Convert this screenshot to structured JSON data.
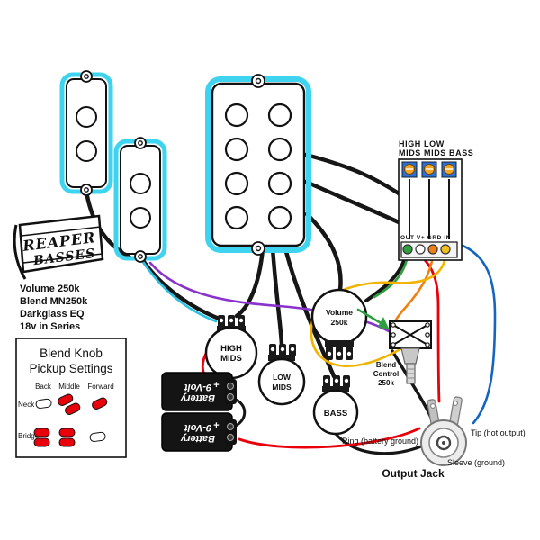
{
  "colors": {
    "pickup_glow": "#3ed3ee",
    "wire_black": "#161616",
    "wire_red": "#e8000b",
    "wire_purple": "#8833cc",
    "wire_cyan": "#2bc4e2",
    "wire_yellow": "#f0b400",
    "wire_green": "#2e9e3e",
    "wire_blue": "#1565c0",
    "wire_orange": "#f07f13",
    "battery_body": "#141414",
    "trimmer_body": "#2b6fd4",
    "trimmer_screw": "#f5a623",
    "terminal_green": "#2e9e3e",
    "terminal_white": "#ffffff",
    "terminal_orange": "#f07f13",
    "terminal_yellow": "#f0c020",
    "pill_on": "#e8000b",
    "pill_off": "#ffffff"
  },
  "logo": {
    "line1": "REAPER",
    "line2": "BASSES"
  },
  "specs": {
    "line1": "Volume 250k",
    "line2": "Blend MN250k",
    "line3": "Darkglass EQ",
    "line4": "18v in Series"
  },
  "eq_module": {
    "label_line1": "HIGH LOW",
    "label_line2": "MIDS MIDS BASS",
    "terminals_label": "OUT V+ GRD IN"
  },
  "blend_chart": {
    "title_line1": "Blend Knob",
    "title_line2": "Pickup Settings",
    "col_back": "Back",
    "col_middle": "Middle",
    "col_forward": "Forward",
    "row_neck": "Neck",
    "row_bridge": "Bridge"
  },
  "pots": {
    "high_mids": {
      "line1": "HIGH",
      "line2": "MIDS"
    },
    "low_mids": {
      "line1": "LOW",
      "line2": "MIDS"
    },
    "bass": {
      "label": "BASS"
    },
    "volume": {
      "line1": "Volume",
      "line2": "250k"
    },
    "blend": {
      "line1": "Blend",
      "line2": "Control",
      "line3": "250k"
    }
  },
  "batteries": {
    "battery1": {
      "line1": "9-Volt",
      "line2": "Battery",
      "polarity": "+"
    },
    "battery2": {
      "line1": "9-Volt",
      "line2": "Battery",
      "polarity": "+"
    }
  },
  "jack": {
    "ring_label": "Ring (battery ground)",
    "tip_label": "Tip (hot output)",
    "sleeve_label": "Sleeve (ground)",
    "title": "Output Jack"
  }
}
